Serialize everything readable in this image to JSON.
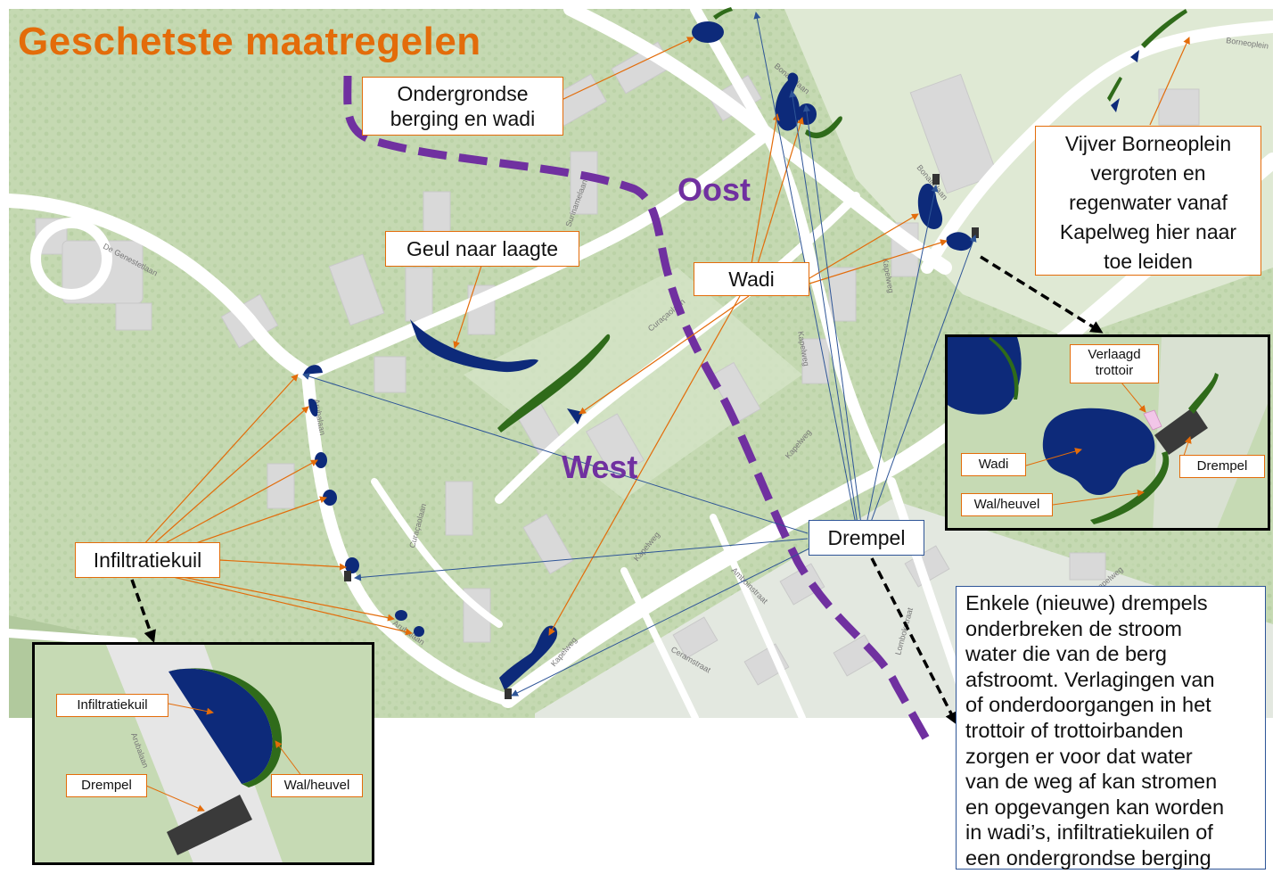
{
  "title": "Geschetste maatregelen",
  "zones": {
    "east": "Oost",
    "west": "West"
  },
  "labels": {
    "underground": [
      "Ondergrondse",
      "berging en wadi"
    ],
    "gully": "Geul naar laagte",
    "wadi": "Wadi",
    "pond": [
      "Vijver Borneoplein",
      "vergroten en",
      "regenwater vanaf",
      "Kapelweg hier naar",
      "toe leiden"
    ],
    "infiltration": "Infiltratiekuil",
    "threshold": "Drempel"
  },
  "inset_right": {
    "lowered_sidewalk": [
      "Verlaagd",
      "trottoir"
    ],
    "wadi": "Wadi",
    "threshold": "Drempel",
    "embankment": "Wal/heuvel"
  },
  "inset_left": {
    "infiltration": "Infiltratiekuil",
    "threshold": "Drempel",
    "embankment": "Wal/heuvel",
    "street": "Arubalaan"
  },
  "note_lines": [
    "Enkele (nieuwe) drempels",
    "onderbreken de stroom",
    "water die van de berg",
    "afstroomt. Verlagingen van",
    "of onderdoorgangen in het",
    "trottoir of trottoirbanden",
    "zorgen er voor dat water",
    "van de weg af kan stromen",
    "en opgevangen kan worden",
    "in wadi’s, infiltratiekuilen of",
    "een ondergrondse berging"
  ],
  "streets": [
    "Borneoplein",
    "Bonairelaan",
    "Bonairelaan",
    "De Genestetlaan",
    "Surinamelaan",
    "Curaçaolaan",
    "Curaçaolaan",
    "Kapelweg",
    "Kapelweg",
    "Kapelweg",
    "Kapelweg",
    "Kapelweg",
    "Arubalaan",
    "Arubalaan",
    "Amboinstraat",
    "Ceramstraat",
    "Lombokstraat",
    "Kapelweg"
  ],
  "colors": {
    "title": "#e36c0a",
    "zone": "#7030a0",
    "water": "#0d2a7a",
    "embankment": "#2f6b1a",
    "arrow_orange": "#e36c0a",
    "arrow_blue": "#2e5597",
    "map_green": "#c6dab4",
    "road": "#ffffff"
  }
}
